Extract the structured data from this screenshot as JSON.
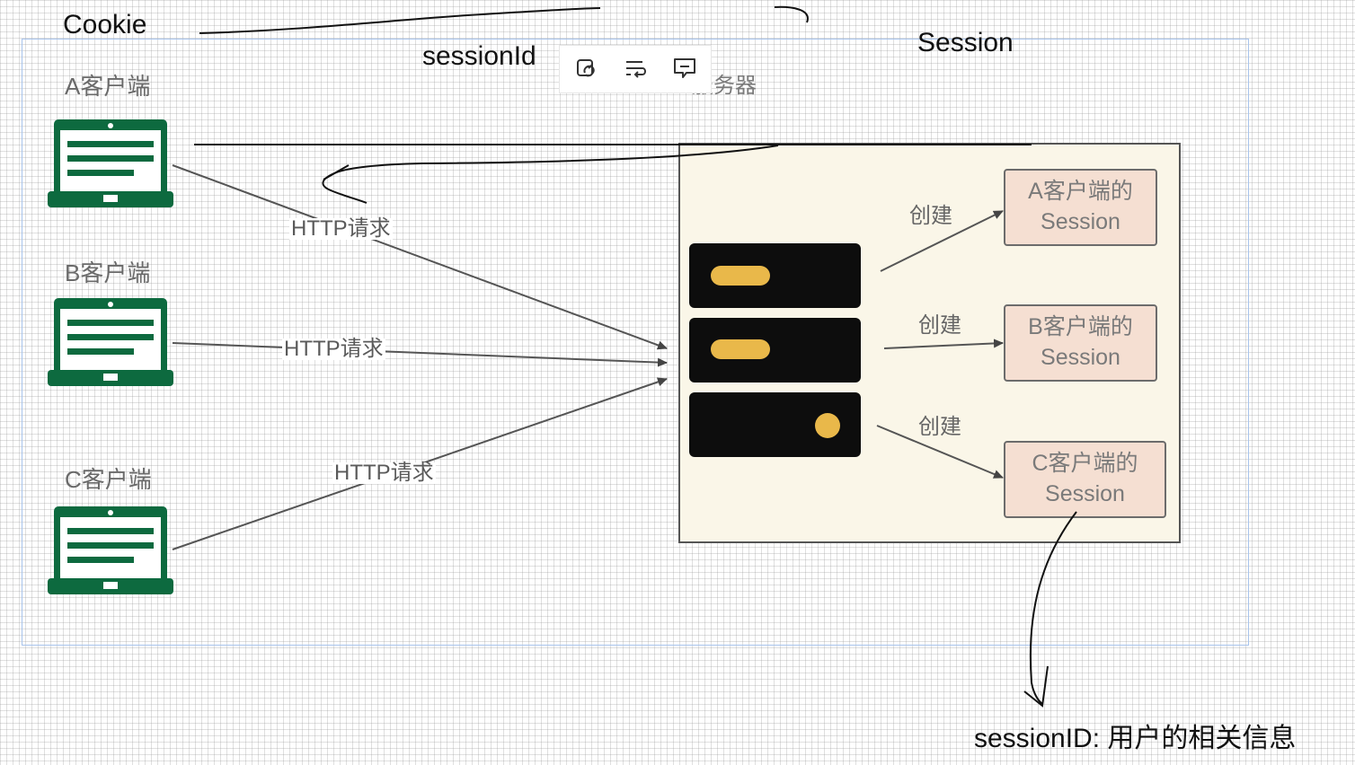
{
  "annotations": {
    "cookie": "Cookie",
    "session_id": "sessionId",
    "session": "Session",
    "footer": "sessionID:  用户的相关信息"
  },
  "clients": [
    {
      "name": "A客户端"
    },
    {
      "name": "B客户端"
    },
    {
      "name": "C客户端"
    }
  ],
  "server_label": "服务器",
  "requests": [
    "HTTP请求",
    "HTTP请求",
    "HTTP请求"
  ],
  "creates": [
    "创建",
    "创建",
    "创建"
  ],
  "sessions": [
    {
      "line1": "A客户端的",
      "line2": "Session"
    },
    {
      "line1": "B客户端的",
      "line2": "Session"
    },
    {
      "line1": "C客户端的",
      "line2": "Session"
    }
  ],
  "toolbar": [
    "link-icon",
    "wrap-icon",
    "comment-icon"
  ],
  "colors": {
    "laptop": "#0d6a3f",
    "server": "#0d0d0d",
    "server_light": "#e9b84a",
    "server_box": "#faf6e8",
    "session_box": "#f5dfd2",
    "selection": "#a8c4ec"
  }
}
